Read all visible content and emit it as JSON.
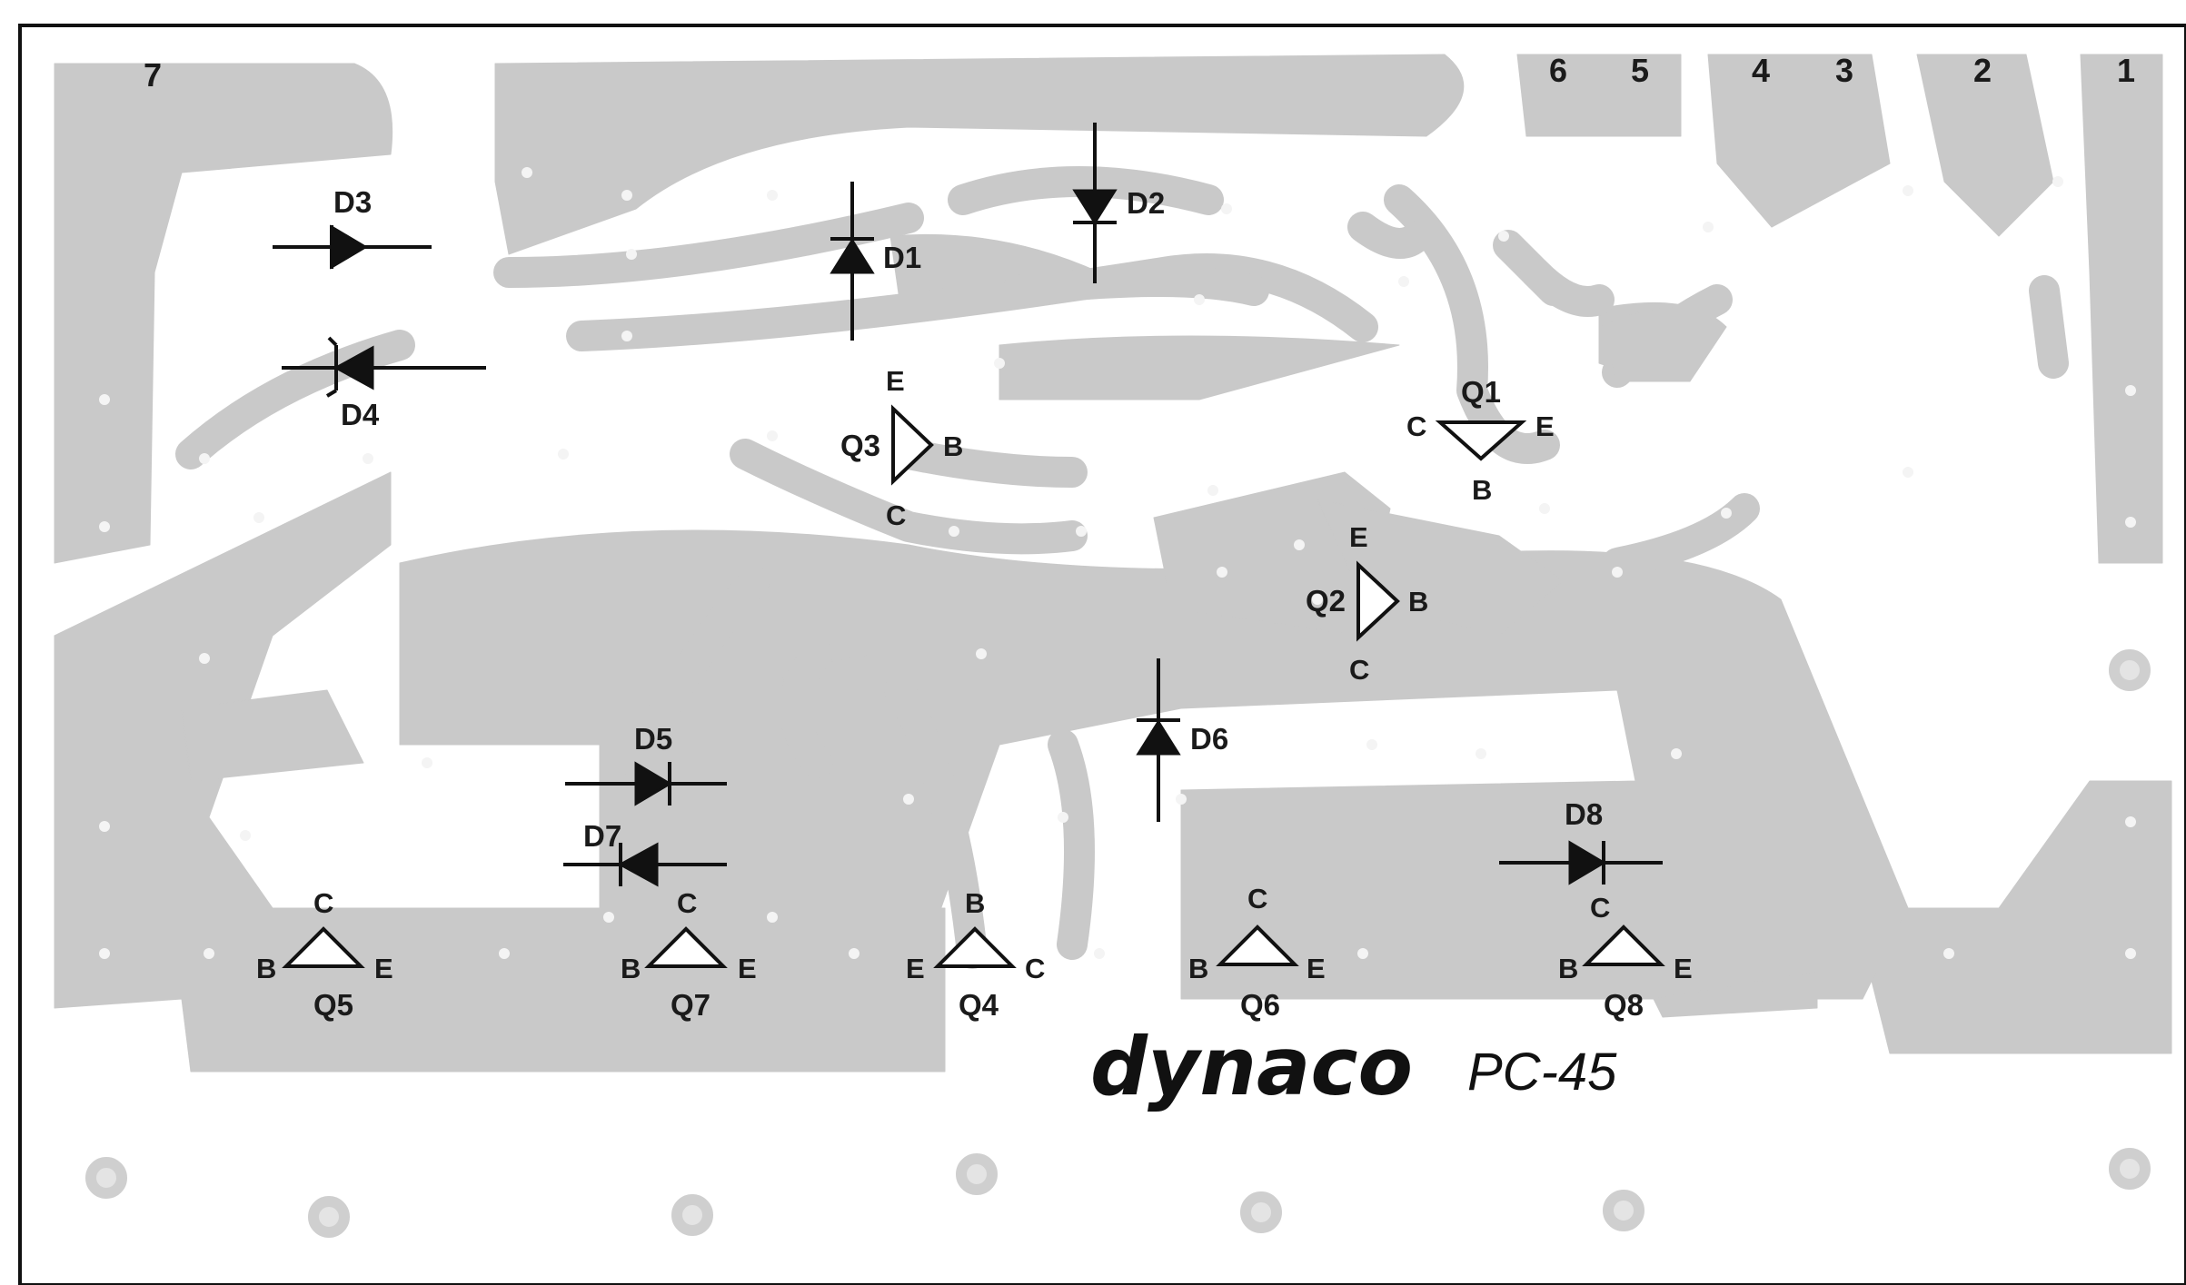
{
  "board": {
    "brand": "dynaco",
    "model": "PC-45",
    "colors": {
      "copper": "#c9c9c9",
      "background": "#ffffff",
      "ink": "#111111",
      "hole": "#f4f4f4"
    }
  },
  "terminals": [
    "7",
    "6",
    "5",
    "4",
    "3",
    "2",
    "1"
  ],
  "diodes": [
    {
      "ref": "D1"
    },
    {
      "ref": "D2"
    },
    {
      "ref": "D3"
    },
    {
      "ref": "D4",
      "type": "zener"
    },
    {
      "ref": "D5"
    },
    {
      "ref": "D6"
    },
    {
      "ref": "D7"
    },
    {
      "ref": "D8"
    }
  ],
  "transistors": [
    {
      "ref": "Q1",
      "pins": [
        "C",
        "E",
        "B"
      ]
    },
    {
      "ref": "Q2",
      "pins": [
        "E",
        "B",
        "C"
      ]
    },
    {
      "ref": "Q3",
      "pins": [
        "E",
        "B",
        "C"
      ]
    },
    {
      "ref": "Q4",
      "pins": [
        "B",
        "E",
        "C"
      ]
    },
    {
      "ref": "Q5",
      "pins": [
        "C",
        "B",
        "E"
      ]
    },
    {
      "ref": "Q6",
      "pins": [
        "C",
        "B",
        "E"
      ]
    },
    {
      "ref": "Q7",
      "pins": [
        "C",
        "B",
        "E"
      ]
    },
    {
      "ref": "Q8",
      "pins": [
        "C",
        "B",
        "E"
      ]
    }
  ]
}
